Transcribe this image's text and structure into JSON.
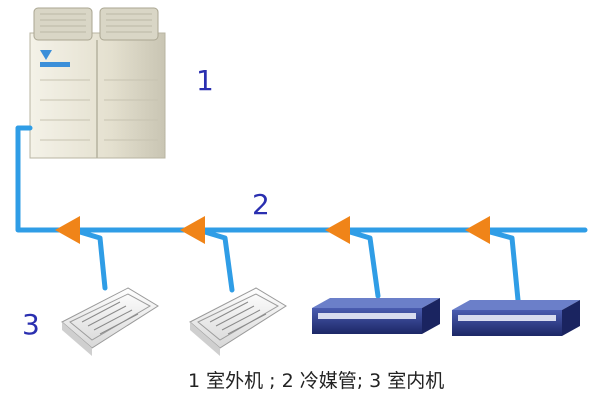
{
  "labels": {
    "outdoor_unit_number": "1",
    "refrigerant_pipe_number": "2",
    "indoor_unit_number": "3"
  },
  "caption": "1 室外机 ; 2 冷媒管; 3 室内机",
  "colors": {
    "pipe": "#2f9de6",
    "arrow": "#f08418",
    "number": "#2a2fb0",
    "outdoor_unit": "#e9e6d8",
    "ceiling_cassette": "#eeeeee",
    "ducted_unit": "#2a3a88"
  },
  "components": {
    "outdoor_unit_count": 1,
    "indoor_units": [
      "ceiling-cassette",
      "ceiling-cassette",
      "ducted",
      "ducted"
    ]
  }
}
